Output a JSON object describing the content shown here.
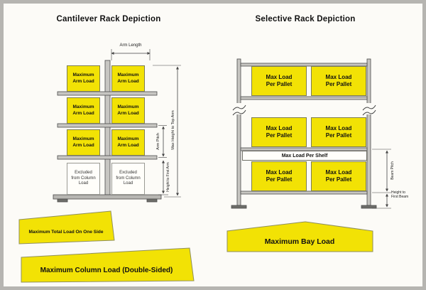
{
  "colors": {
    "accent_yellow": "#F2E205"
  },
  "cantilever": {
    "title": "Cantilever Rack Depiction",
    "arm_load_label": "Maximum\nArm Load",
    "excluded_label": "Excluded\nfrom Column\nLoad",
    "dim_arm_length": "Arm Length",
    "dim_arm_pitch": "Arm Pitch",
    "dim_max_height": "Max Height to Top Arm",
    "dim_height_to_first_arm": "Height to First Arm",
    "banner_one_side": "Maximum Total Load On One Side",
    "banner_column": "Maximum Column Load (Double-Sided)"
  },
  "selective": {
    "title": "Selective Rack Depiction",
    "pallet_label": "Max Load\nPer Pallet",
    "shelf_label": "Max Load Per Shelf",
    "dim_beam_pitch": "Beam Pitch",
    "dim_height_to_first_beam": "Height to\nFirst Beam",
    "banner_bay": "Maximum Bay Load"
  }
}
